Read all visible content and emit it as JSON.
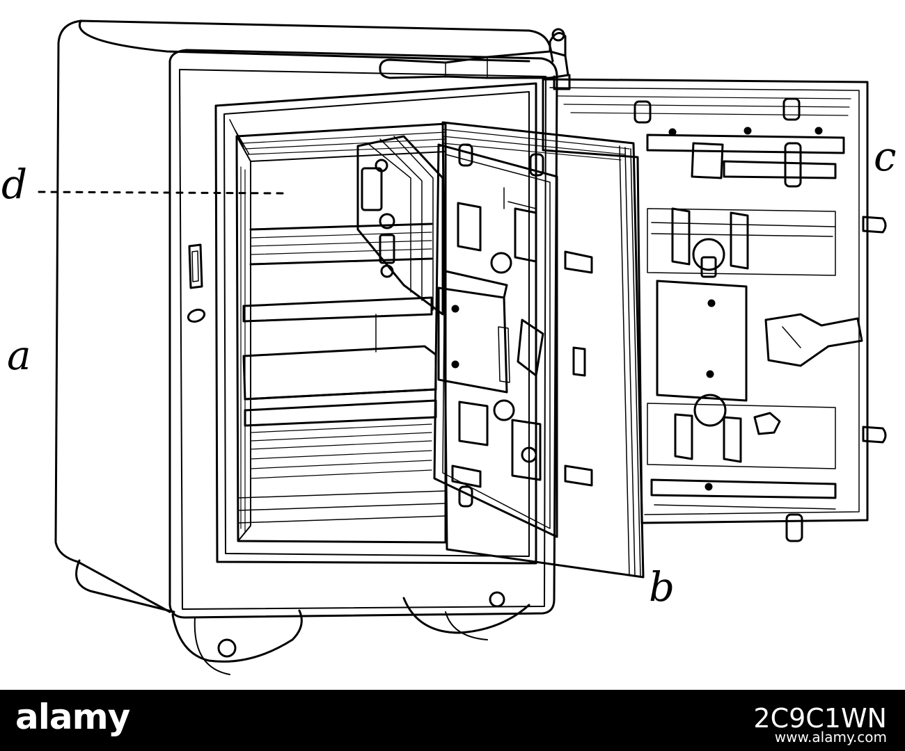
{
  "labels": {
    "a": "a",
    "b": "b",
    "c": "c",
    "d": "d"
  },
  "footer": {
    "brand": "alamy",
    "image_id": "2C9C1WN",
    "site": "www.alamy.com"
  },
  "colors": {
    "ink": "#000000",
    "paper": "#ffffff",
    "footer_bg": "#000000",
    "footer_text": "#ffffff"
  }
}
